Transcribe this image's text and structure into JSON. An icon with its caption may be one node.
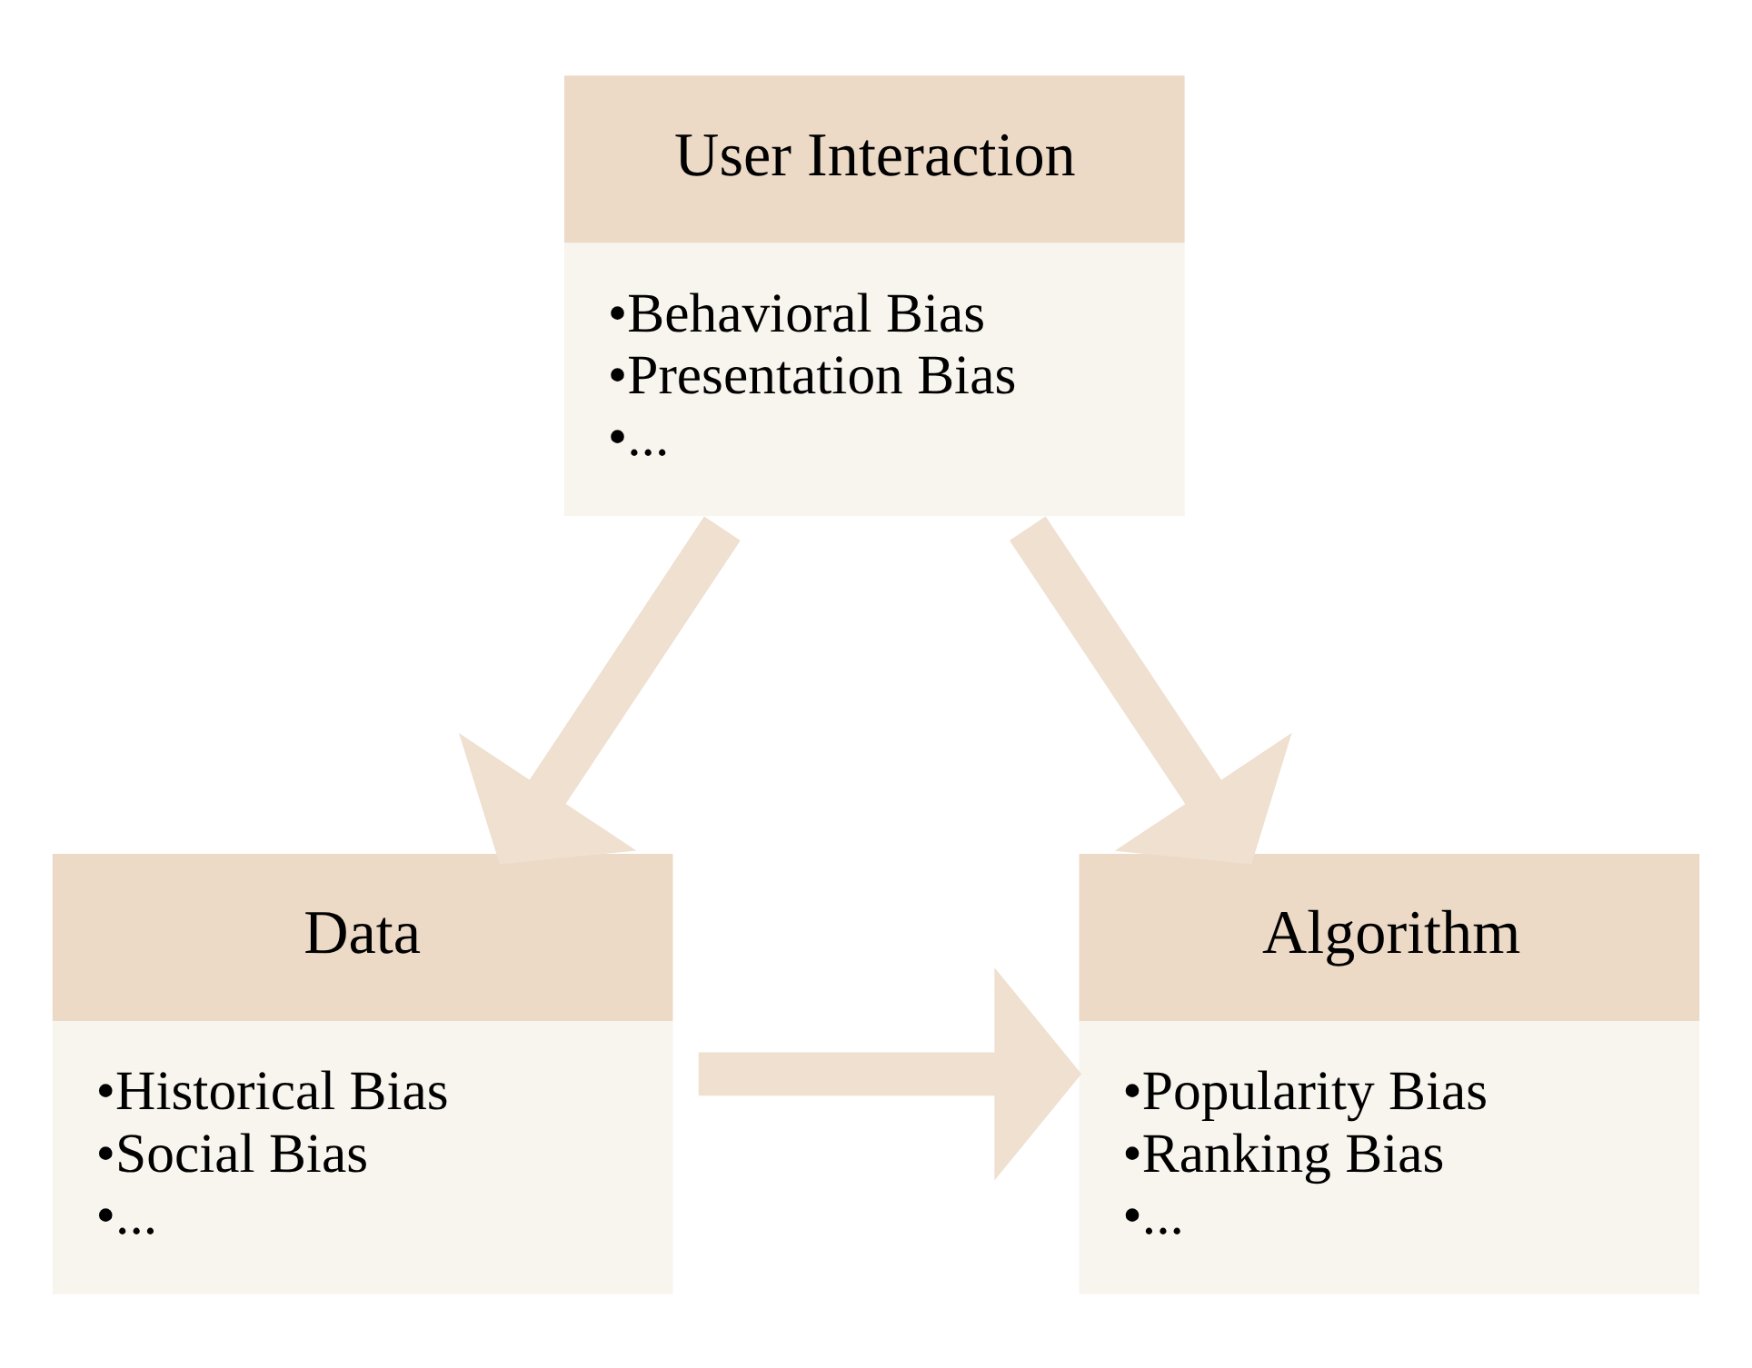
{
  "diagram": {
    "nodes": [
      {
        "text": [
          "User Interaction",
          "•Behavioral Bias",
          "•Presentation Bias",
          "•..."
        ]
      },
      {
        "text": [
          "Data",
          "•Historical Bias",
          "•Social Bias",
          "•..."
        ]
      },
      {
        "text": [
          "Algorithm",
          "•Popularity Bias",
          "•Ranking Bias",
          "•..."
        ]
      }
    ],
    "edges": [
      {
        "from": 0,
        "to": 1,
        "arrow": "to"
      },
      {
        "from": 0,
        "to": 2,
        "arrow": "to"
      },
      {
        "from": 1,
        "to": 2,
        "arrow": "to"
      }
    ]
  }
}
